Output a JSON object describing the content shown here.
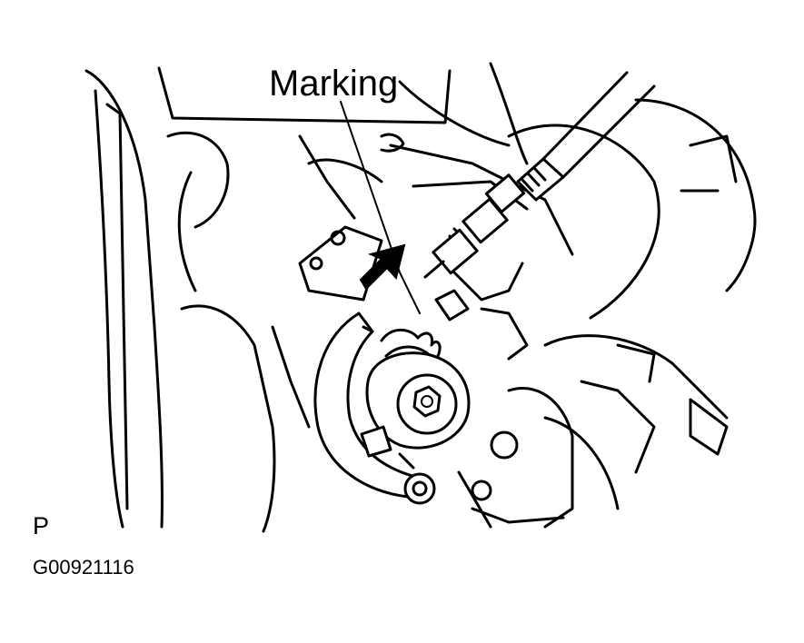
{
  "diagram": {
    "callout_label": "Marking",
    "view_code": "P",
    "figure_id": "G00921116"
  },
  "icons": {
    "arrow": "direction-arrow-icon",
    "part": "throttle-cable-bracket-icon"
  },
  "colors": {
    "ink": "#000000",
    "paper": "#ffffff"
  }
}
